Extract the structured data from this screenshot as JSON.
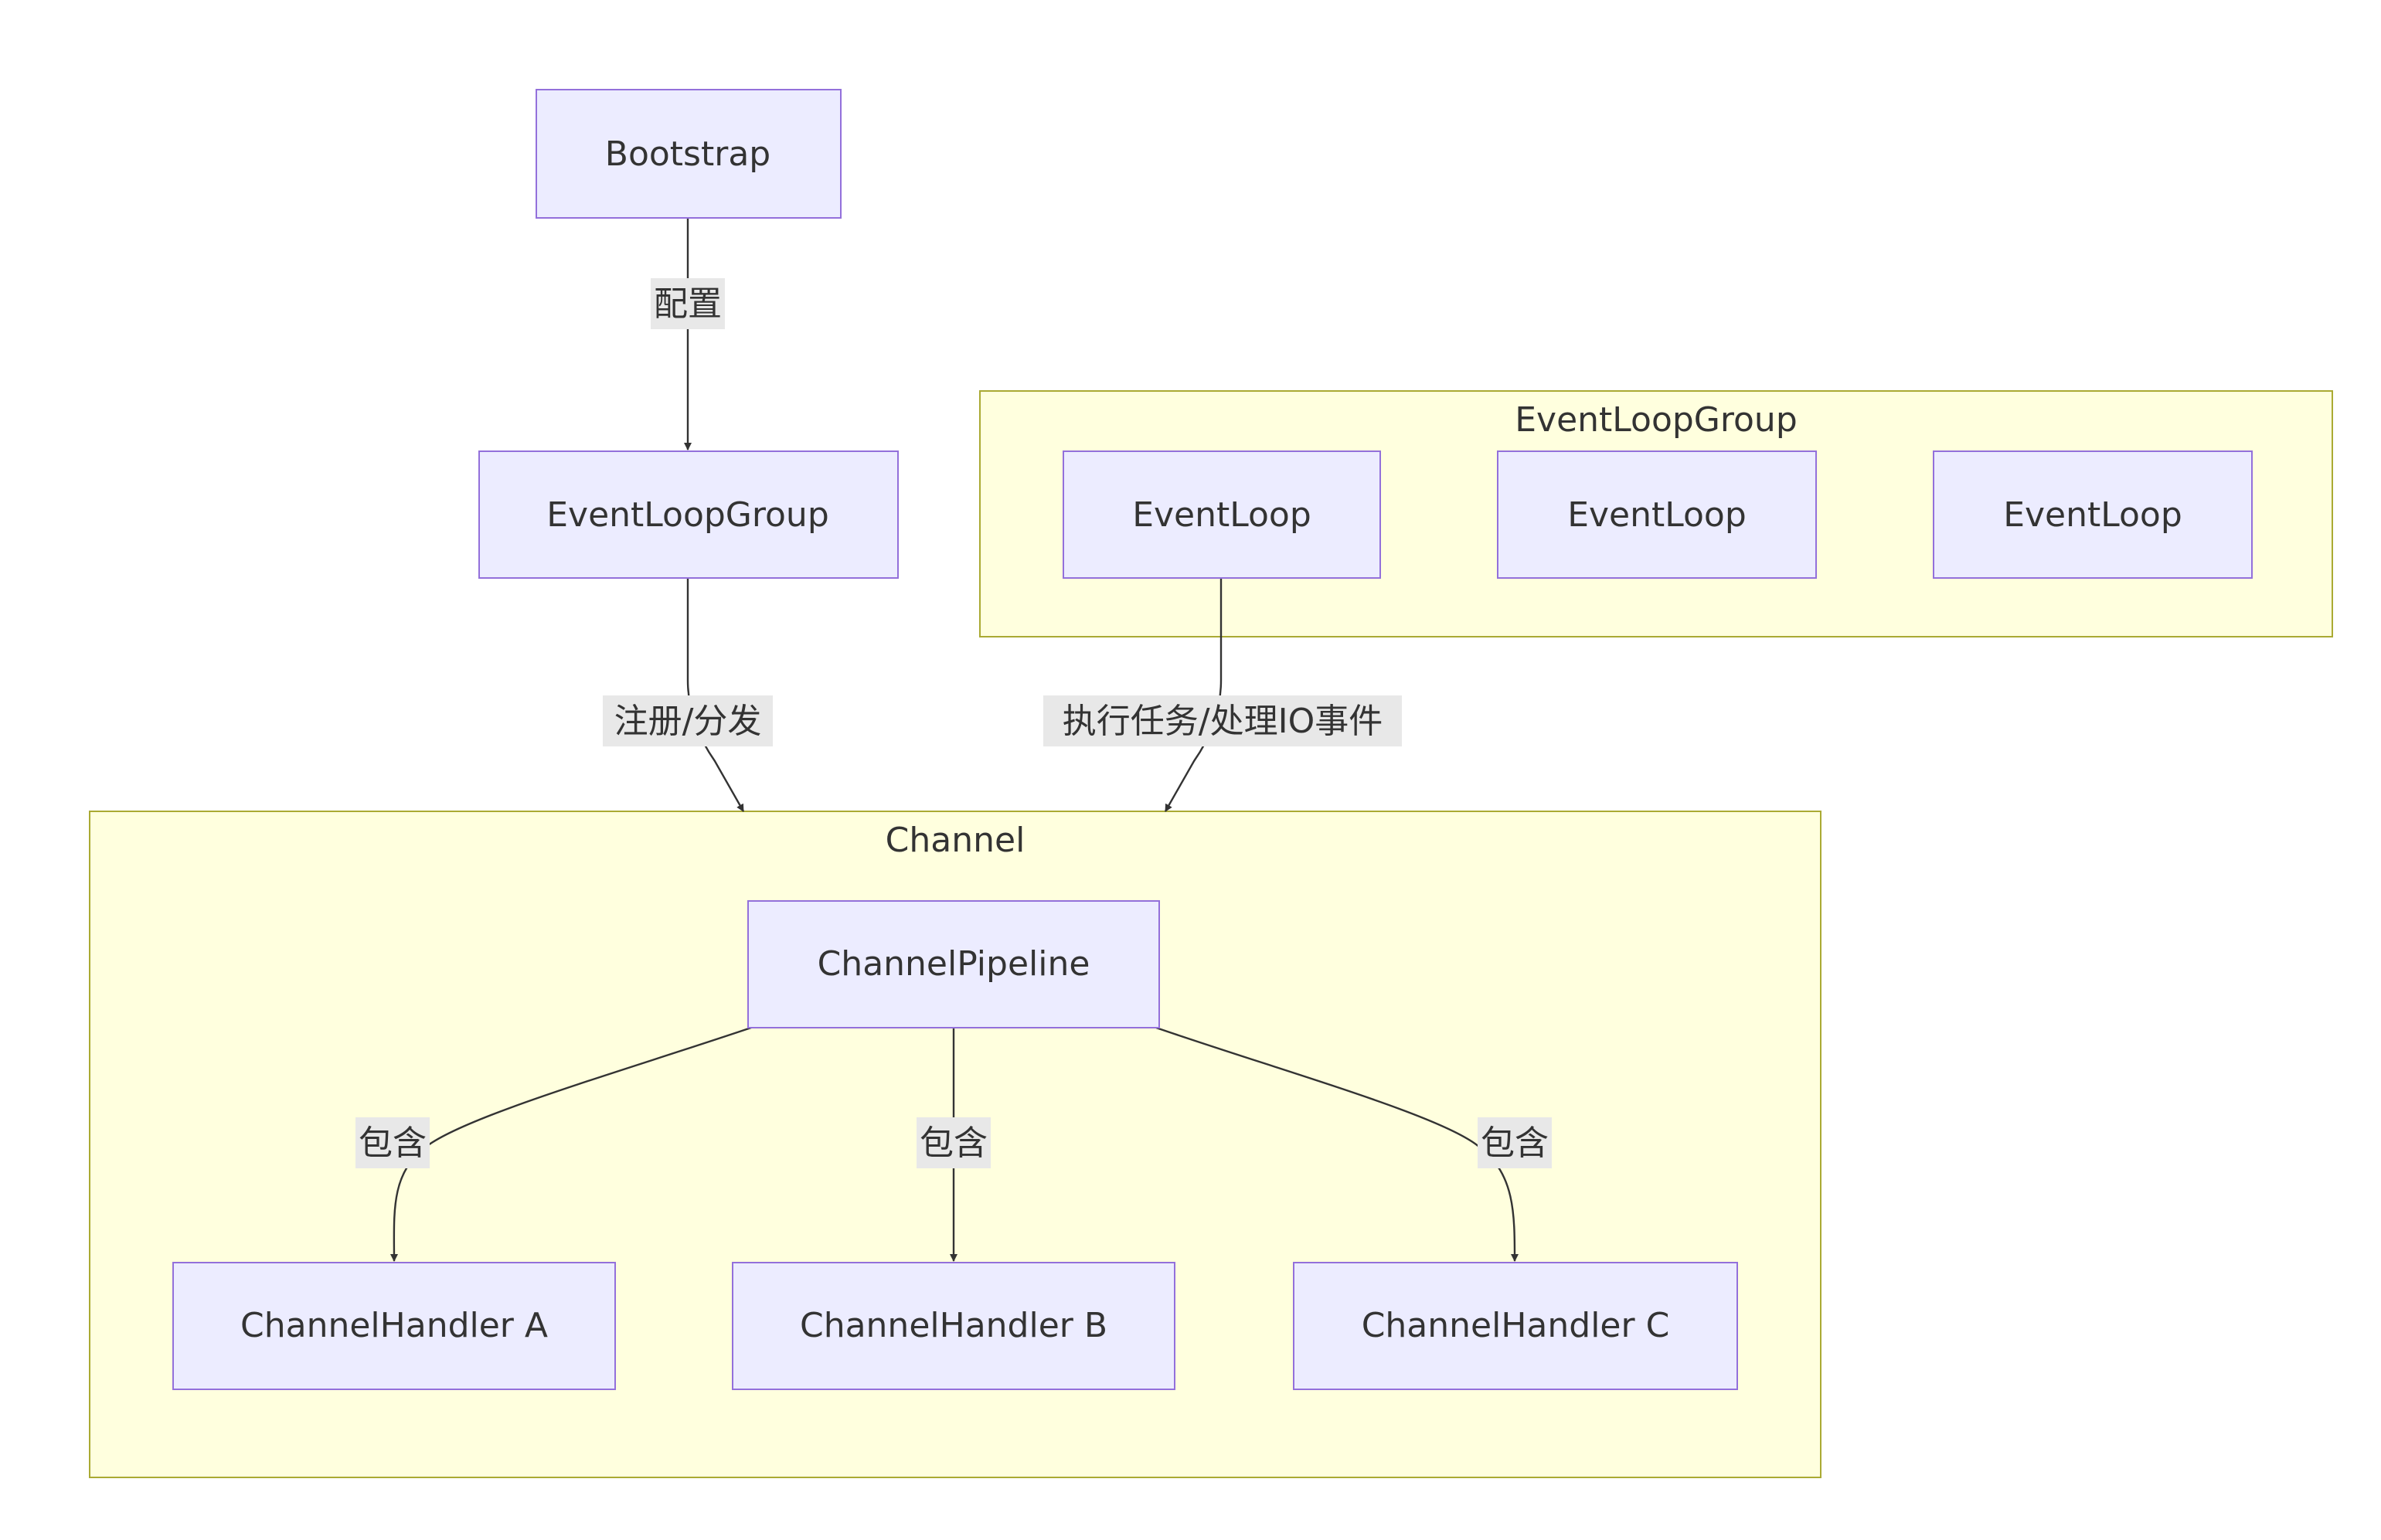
{
  "nodes": {
    "bootstrap": "Bootstrap",
    "event_loop_group": "EventLoopGroup",
    "event_loop_1": "EventLoop",
    "event_loop_2": "EventLoop",
    "event_loop_3": "EventLoop",
    "channel_pipeline": "ChannelPipeline",
    "handler_a": "ChannelHandler A",
    "handler_b": "ChannelHandler B",
    "handler_c": "ChannelHandler C"
  },
  "clusters": {
    "event_loop_group": "EventLoopGroup",
    "channel": "Channel"
  },
  "edges": {
    "configure": "配置",
    "register_dispatch": "注册/分发",
    "execute_tasks": "执行任务/处理IO事件",
    "contains_a": "包含",
    "contains_b": "包含",
    "contains_c": "包含"
  },
  "colors": {
    "node_fill": "#ececff",
    "node_stroke": "#9370db",
    "cluster_fill": "#ffffde",
    "cluster_stroke": "#aaaa33",
    "edge_stroke": "#333333",
    "edge_label_bg": "#e8e8e8"
  }
}
